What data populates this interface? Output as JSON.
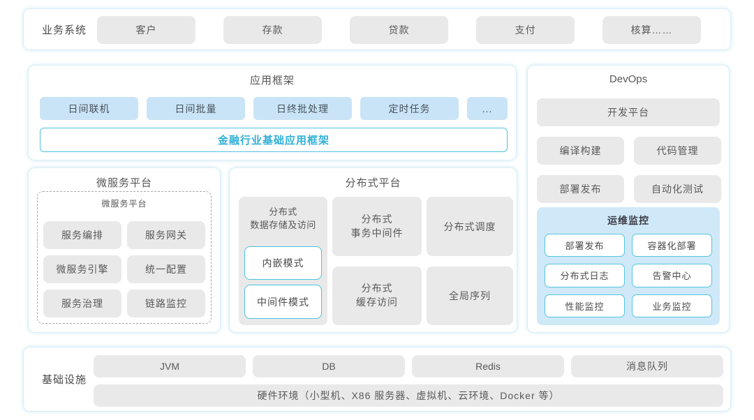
{
  "business": {
    "label": "业务系统",
    "items": [
      "客户",
      "存款",
      "贷款",
      "支付",
      "核算……"
    ]
  },
  "app_framework": {
    "title": "应用框架",
    "items": [
      "日间联机",
      "日间批量",
      "日终批处理",
      "定时任务",
      "..."
    ],
    "base_label": "金融行业基础应用框架"
  },
  "microservice": {
    "title": "微服务平台",
    "inner_title": "微服务平台",
    "items": [
      "服务编排",
      "服务网关",
      "微服务引擎",
      "统一配置",
      "服务治理",
      "链路监控"
    ]
  },
  "distributed": {
    "title": "分布式平台",
    "storage_label": "分布式\n数据存储及访问",
    "storage_modes": [
      "内嵌模式",
      "中间件模式"
    ],
    "tx_middleware": "分布式\n事务中间件",
    "scheduler": "分布式调度",
    "cache_access": "分布式\n缓存访问",
    "global_sequence": "全局序列"
  },
  "devops": {
    "title": "DevOps",
    "platform_label": "开发平台",
    "tools": [
      "编译构建",
      "代码管理",
      "部署发布",
      "自动化测试"
    ],
    "monitoring": {
      "title": "运维监控",
      "items": [
        "部署发布",
        "容器化部署",
        "分布式日志",
        "告警中心",
        "性能监控",
        "业务监控"
      ]
    }
  },
  "infrastructure": {
    "label": "基础设施",
    "items": [
      "JVM",
      "DB",
      "Redis",
      "消息队列"
    ],
    "hardware_label": "硬件环境（小型机、X86 服务器、虚拟机、云环境、Docker 等）"
  },
  "colors": {
    "accent_blue": "#2fb0d6",
    "light_blue_fill": "#c9e4f6",
    "monitor_fill": "#cfe9f8",
    "grey_fill": "#e9e9e9",
    "panel_border": "#d9eef6",
    "box_border_blue": "#4cc2de"
  }
}
